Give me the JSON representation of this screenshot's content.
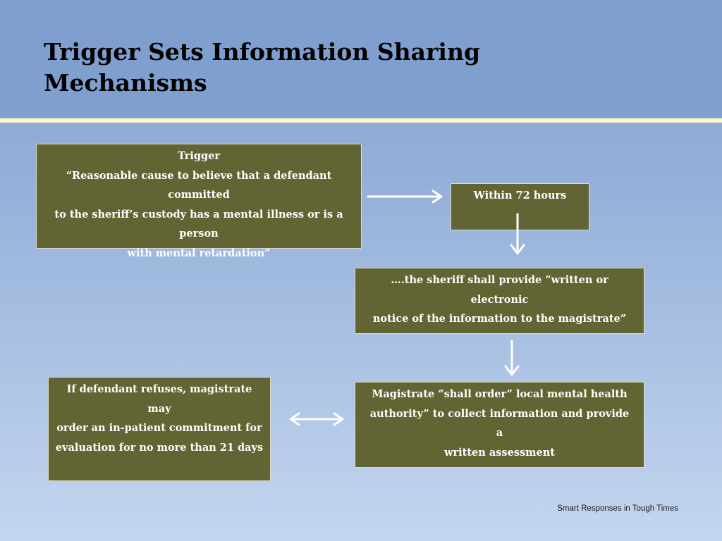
{
  "slide": {
    "title": "Trigger Sets Information Sharing\nMechanisms",
    "footer": "Smart Responses in Tough Times"
  },
  "colors": {
    "box_fill": "#626433",
    "box_text": "#ffffff",
    "rule": "#fcf8c8",
    "arrow": "#ffffff"
  },
  "diagram": {
    "trigger": {
      "heading": "Trigger",
      "lines": [
        "“Reasonable cause to believe that a defendant committed",
        "to the sheriff’s custody has a mental illness or is a person",
        "with mental retardation”"
      ]
    },
    "within_72_hours": {
      "lines": [
        "Within 72 hours"
      ]
    },
    "sheriff_notice": {
      "lines": [
        "….the sheriff shall provide “written or electronic",
        "notice of the information to the magistrate”"
      ]
    },
    "magistrate_order": {
      "lines": [
        "Magistrate “shall order” local mental health",
        "authority” to collect information and provide a",
        "written assessment"
      ]
    },
    "defendant_refuses": {
      "lines": [
        "If defendant refuses, magistrate may",
        "order an in-patient commitment for",
        "evaluation for no more than 21 days"
      ]
    },
    "connectors": [
      {
        "from": "trigger",
        "to": "within_72_hours",
        "icon": "arrow-right-icon"
      },
      {
        "from": "within_72_hours",
        "to": "sheriff_notice",
        "icon": "arrow-down-icon"
      },
      {
        "from": "sheriff_notice",
        "to": "magistrate_order",
        "icon": "arrow-down-icon"
      },
      {
        "from": "magistrate_order",
        "to": "defendant_refuses",
        "icon": "arrow-bidirectional-icon"
      }
    ]
  }
}
